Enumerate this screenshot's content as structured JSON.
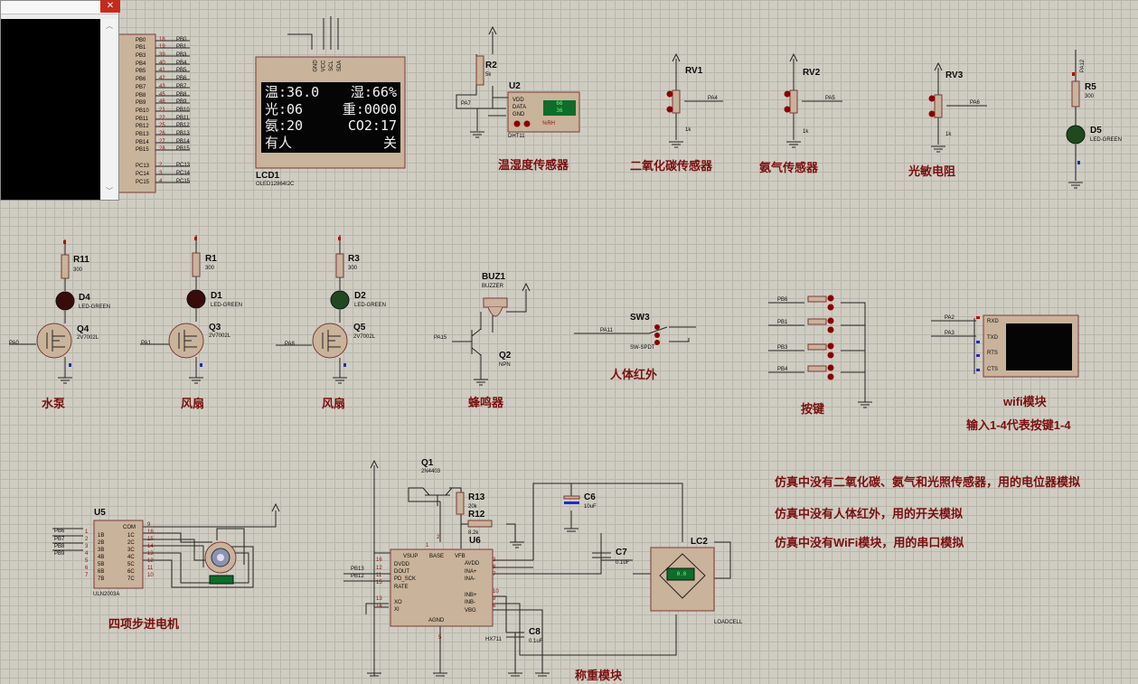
{
  "lcd": {
    "ref": "LCD1",
    "part": "OLED12864I2C",
    "pins": [
      "GND",
      "VCC",
      "SCL",
      "SDA"
    ],
    "rows": [
      [
        "温:36.0",
        "湿:66%"
      ],
      [
        "光:06",
        "重:0000"
      ],
      [
        "氨:20",
        "CO2:17"
      ],
      [
        "有人",
        "关"
      ]
    ]
  },
  "mcu": {
    "left_pins": [
      "PB0",
      "PB1",
      "PB3",
      "PB4",
      "PB5",
      "PB6",
      "PB7",
      "PB8",
      "PB9",
      "PB10",
      "PB11",
      "PB12",
      "PB13",
      "PB14",
      "PB15",
      "",
      "PC13",
      "PC14",
      "PC15"
    ],
    "pin_nums": [
      "18",
      "19",
      "39",
      "40",
      "41",
      "42",
      "43",
      "45",
      "46",
      "21",
      "22",
      "25",
      "26",
      "27",
      "28",
      "",
      "2",
      "3",
      "4"
    ],
    "nets": [
      "PB0",
      "PB1",
      "PB3",
      "PB4",
      "PB5",
      "PB6",
      "PB7",
      "PB8",
      "PB9",
      "PB10",
      "PB11",
      "PB12",
      "PB13",
      "PB14",
      "PB15",
      "",
      "PC13",
      "PC14",
      "PC15"
    ]
  },
  "dht": {
    "ref": "U2",
    "part": "DHT11",
    "res": "R2",
    "res_val": "5k",
    "pins": [
      "VDD",
      "DATA",
      "GND"
    ],
    "net": "PA7",
    "display": [
      "66",
      "36"
    ],
    "unit": "%RH",
    "section": "温湿度传感器"
  },
  "co2": {
    "ref": "RV1",
    "val": "1k",
    "net": "PA4",
    "section": "二氧化碳传感器"
  },
  "nh3": {
    "ref": "RV2",
    "val": "1k",
    "net": "PA5",
    "section": "氨气传感器"
  },
  "light": {
    "ref": "RV3",
    "val": "1k",
    "net": "PA6",
    "section": "光敏电阻"
  },
  "led5": {
    "res": "R5",
    "res_val": "300",
    "net": "PA12",
    "led": "D5",
    "led_part": "LED-GREEN"
  },
  "pump": {
    "res": "R11",
    "res_val": "300",
    "led": "D4",
    "led_part": "LED-GREEN",
    "mos": "Q4",
    "mos_part": "2V7002L",
    "net": "PA0",
    "section": "水泵"
  },
  "fan1": {
    "res": "R1",
    "res_val": "300",
    "led": "D1",
    "led_part": "LED-GREEN",
    "mos": "Q3",
    "mos_part": "2V7002L",
    "net": "PA1",
    "section": "风扇"
  },
  "fan2": {
    "res": "R3",
    "res_val": "300",
    "led": "D2",
    "led_part": "LED-GREEN",
    "mos": "Q5",
    "mos_part": "2V7002L",
    "net": "PA8",
    "section": "风扇"
  },
  "buzzer": {
    "ref": "BUZ1",
    "part": "BUZZER",
    "q": "Q2",
    "q_part": "NPN",
    "net": "PA15",
    "section": "蜂鸣器"
  },
  "pir": {
    "ref": "SW3",
    "part": "SW-SPDT",
    "net": "PA11",
    "section": "人体红外"
  },
  "keys": {
    "nets": [
      "PB6",
      "PB1",
      "PB3",
      "PB4"
    ],
    "section": "按键"
  },
  "wifi": {
    "pins": [
      "RXD",
      "TXD",
      "RTS",
      "CTS"
    ],
    "nets": [
      "PA2",
      "PA3"
    ],
    "section": "wifi模块",
    "hint": "输入1-4代表按键1-4"
  },
  "stepper": {
    "ref": "U5",
    "part": "ULN2003A",
    "left_pins": [
      "1B",
      "2B",
      "3B",
      "4B",
      "5B",
      "6B",
      "7B"
    ],
    "right_pins": [
      "COM",
      "1C",
      "2C",
      "3C",
      "4C",
      "5C",
      "6C",
      "7C"
    ],
    "left_nums": [
      "1",
      "2",
      "3",
      "4",
      "5",
      "6",
      "7"
    ],
    "right_nums": [
      "9",
      "16",
      "15",
      "14",
      "13",
      "12",
      "11",
      "10"
    ],
    "nets": [
      "PB6",
      "PB7",
      "PB8",
      "PB9"
    ],
    "section": "四项步进电机"
  },
  "hx711": {
    "ref": "U6",
    "part": "HX711",
    "q": "Q1",
    "q_part": "2N4403",
    "r13": "R13",
    "r13_val": "20k",
    "r12": "R12",
    "r12_val": "8.2k",
    "c6": "C6",
    "c6_val": "10uF",
    "c7": "C7",
    "c7_val": "0.1uF",
    "c8": "C8",
    "c8_val": "0.1uF",
    "lc": "LC2",
    "lc_part": "LOADCELL",
    "lc_display": "0.0",
    "top_pins": [
      "VSUP",
      "BASE",
      "VFB"
    ],
    "left_pins": [
      "DVDD",
      "DOUT",
      "PD_SCK",
      "RATE",
      "XO",
      "XI"
    ],
    "right_pins": [
      "AVDD",
      "INA+",
      "INA-",
      "INB+",
      "INB-",
      "VBG"
    ],
    "bottom_pin": "AGND",
    "left_nums": [
      "16",
      "12",
      "11",
      "15",
      "13",
      "14"
    ],
    "right_nums": [
      "3",
      "8",
      "7",
      "10",
      "9",
      "6"
    ],
    "top_nums": [
      "1",
      "2"
    ],
    "bottom_num": "5",
    "nets": [
      "PB13",
      "PB12"
    ],
    "section": "称重模块"
  },
  "notes": [
    "仿真中没有二氧化碳、氨气和光照传感器，用的电位器模拟",
    "仿真中没有人体红外，用的开关模拟",
    "仿真中没有WiFi模块，用的串口模拟"
  ],
  "colors": {
    "background": "#cfcdc2",
    "grid": "#b9b7ab",
    "wire": "#232323",
    "component": "#7a3a3a",
    "body": "#c9b39a",
    "section_label": "#7a0f0f",
    "pin_red": "#c00000",
    "pin_blue": "#1a2bd0",
    "led_green": "#1f4a1f",
    "led_dark": "#3a0b0b"
  }
}
